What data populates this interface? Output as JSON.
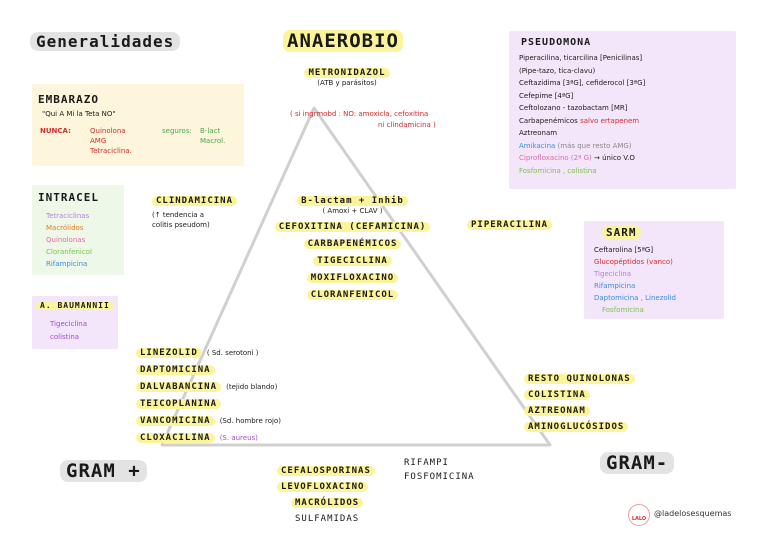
{
  "header": {
    "generalidades": "Generalidades",
    "anaerobio": "ANAEROBIO",
    "gram_pos": "GRAM +",
    "gram_neg": "GRAM-"
  },
  "embarazo": {
    "title": "EMBARAZO",
    "mnemonic": "\"Qui A Mi la Teta NO\"",
    "nunca_label": "NUNCA:",
    "nunca_items": [
      "Quinolona",
      "AMG",
      "Tetraciclina."
    ],
    "seguros_label": "seguros:",
    "seguros_items": [
      "B-lact",
      "Macrol."
    ]
  },
  "intracel": {
    "title": "INTRACEL",
    "items": [
      "Tetraciclinas",
      "Macrólidos",
      "Quinolonas",
      "Cloranfenicol",
      "Rifampicina"
    ]
  },
  "baumannii": {
    "title": "A. BAUMANNII",
    "items": [
      "Tigeciclina",
      "colistina"
    ]
  },
  "anaerobio_top": {
    "drug": "METRONIDAZOL",
    "note": "(ATB y parásitos)",
    "warn": "( si ingrmobd : NO: amoxicla, cefoxitina",
    "warn2": "ni clindamicina )"
  },
  "clindamicina": {
    "name": "CLINDAMICINA",
    "note1": "(↑ tendencia a",
    "note2": "colitis pseudom)"
  },
  "center": {
    "items": [
      "B-lactam + Inhib",
      "CEFOXITINA (CEFAMICINA)",
      "CARBAPENÉMICOS",
      "TIGECICLINA",
      "MOXIFLOXACINO",
      "CLORANFENICOL"
    ],
    "sub": "( Amoxi + CLAV )"
  },
  "piperacilina": "PIPERACILINA",
  "pseudomona": {
    "title": "PSEUDOMONA",
    "lines": [
      "Piperacilina, ticarcilina [Penicilinas]",
      "(Pipe-tazo, tica-clavu)",
      "Ceftazidima [3ªG], cefiderocol [3ªG]",
      "Cefepime [4ªG]",
      "Ceftolozano - tazobactam [MR]",
      "Carbapenémicos",
      "Aztreonam",
      "Amikacina",
      "Ciprofloxacino (2ª G)",
      "Fosfomicina , colistina"
    ],
    "salvo": "salvo ertapenem",
    "amika_note": "(más que resto AMG)",
    "unico": "→ único V.O"
  },
  "sarm": {
    "title": "SARM",
    "lines": [
      "Ceftarolina [5ªG]",
      "Glucopéptidos (vanco)",
      "Tigeciclina",
      "Rifampicina",
      "Daptomicina , Linezolid",
      "Fosfomicina"
    ]
  },
  "gram_pos_list": {
    "items": [
      "LINEZOLID",
      "DAPTOMICINA",
      "DALVABANCINA",
      "TEICOPLANINA",
      "VANCOMICINA",
      "CLOXACILINA"
    ],
    "notes": [
      "( Sd. serotoni )",
      "",
      "(tejido blando)",
      "",
      "(Sd. hombre rojo)",
      "(S. aureus)"
    ]
  },
  "gram_neg_list": {
    "items": [
      "RESTO QUINOLONAS",
      "COLISTINA",
      "AZTREONAM",
      "AMINOGLUCÓSIDOS"
    ]
  },
  "bottom": {
    "col1": [
      "CEFALOSPORINAS",
      "LEVOFLOXACINO",
      "MACRÓLIDOS",
      "SULFAMIDAS"
    ],
    "col2": [
      "RIFAMPI",
      "FOSFOMICINA"
    ]
  },
  "footer": {
    "logo": "LALO",
    "handle": "@ladelosesquemas"
  }
}
